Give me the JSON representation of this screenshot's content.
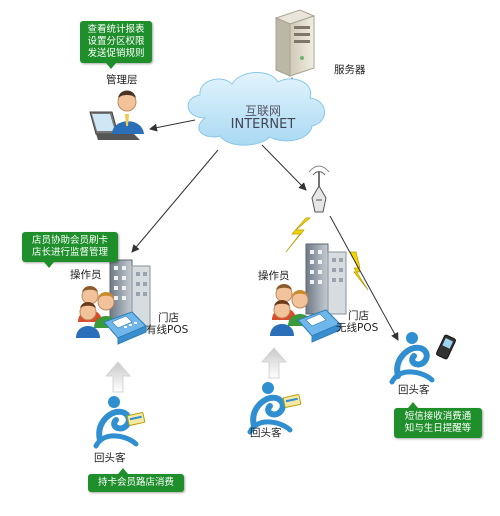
{
  "internet": {
    "cn": "互联网",
    "en": "INTERNET"
  },
  "server": {
    "label": "服务器",
    "icon": "server-tower-icon"
  },
  "admin": {
    "label": "管理层",
    "bubble_lines": [
      "查看统计报表",
      "设置分区权限",
      "发送促销规则"
    ]
  },
  "wired_store": {
    "operator_label": "操作员",
    "store_line1": "门店",
    "store_line2": "有线POS",
    "bubble_lines": [
      "店员协助会员刷卡",
      "店长进行监督管理"
    ],
    "customer_label": "回头客",
    "customer_bubble": "持卡会员路店消费"
  },
  "wireless_store": {
    "operator_label": "操作员",
    "store_line1": "门店",
    "store_line2": "无线POS",
    "customer_label": "回头客"
  },
  "sms_customer": {
    "label": "回头客",
    "bubble_lines": [
      "短信接收消费通",
      "知与生日提醒等"
    ]
  },
  "colors": {
    "bubble_green": "#1f8f2b",
    "cloud_blue": "#bfe3f7",
    "building_gray": "#9aa3ad",
    "customer_blue": "#2f8fd0",
    "lightning_yellow": "#f2d600"
  }
}
